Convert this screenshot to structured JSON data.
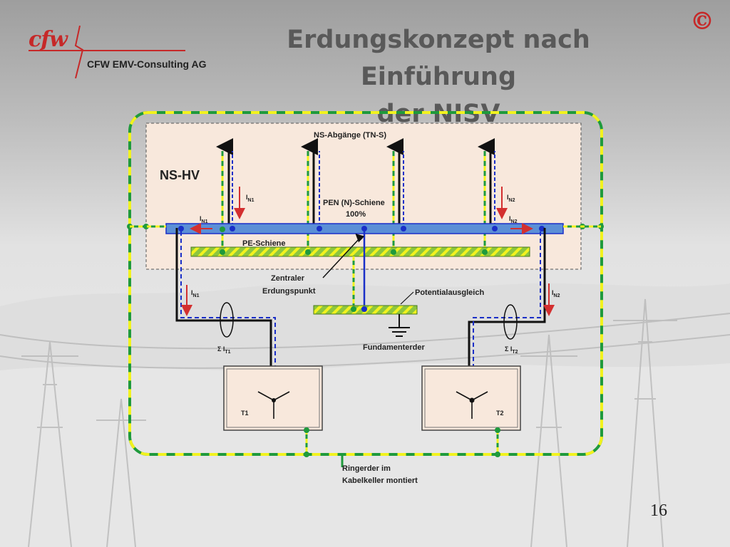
{
  "header": {
    "logo_text": "cfw",
    "company_name": "CFW EMV-Consulting AG",
    "title_line1": "Erdungskonzept nach Einführung",
    "title_line2": "der NISV",
    "copyright_symbol": "©"
  },
  "diagram": {
    "cabinet_label": "NS-HV",
    "outputs_label": "NS-Abgänge (TN-S)",
    "pen_label_line1": "PEN (N)-Schiene",
    "pen_label_line2": "100%",
    "pe_label": "PE-Schiene",
    "central_label_line1": "Zentraler",
    "central_label_line2": "Erdungspunkt",
    "equipotential_label": "Potentialausgleich",
    "foundation_label": "Fundamenterder",
    "ring_label_line1": "Ringerder im",
    "ring_label_line2": "Kabelkeller montiert",
    "transformer1_label": "T1",
    "transformer2_label": "T2",
    "current_main": "I",
    "sub_n1": "N1",
    "sub_n2": "N2",
    "sum_prefix": "Σ I",
    "sub_t1": "T1",
    "sub_t2": "T2"
  },
  "colors": {
    "pen_bus": "#5b8fd6",
    "pe_bus": "#8cc63f",
    "ring_green": "#1f9a3c",
    "ring_yellow": "#f2f21e",
    "neutral_blue": "#1a2fc8",
    "current_red": "#d32f2f",
    "cabinet_fill": "#f8e8dc",
    "accent_red": "#c62828"
  },
  "footer": {
    "page_number": "16"
  }
}
